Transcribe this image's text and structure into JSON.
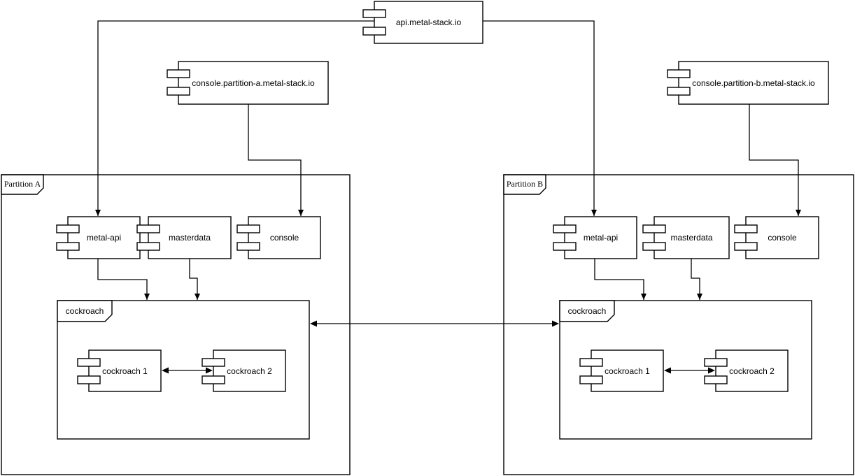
{
  "external_components": {
    "api": {
      "label": "api.metal-stack.io"
    },
    "console_partition_a": {
      "label": "console.partition-a.metal-stack.io"
    },
    "console_partition_b": {
      "label": "console.partition-b.metal-stack.io"
    }
  },
  "partition_a": {
    "label": "Partition A",
    "components": {
      "metal_api": {
        "label": "metal-api"
      },
      "masterdata": {
        "label": "masterdata"
      },
      "console": {
        "label": "console"
      }
    },
    "cockroach_frame": {
      "label": "cockroach",
      "components": {
        "cockroach_1": {
          "label": "cockroach 1"
        },
        "cockroach_2": {
          "label": "cockroach 2"
        }
      }
    }
  },
  "partition_b": {
    "label": "Partition B",
    "components": {
      "metal_api": {
        "label": "metal-api"
      },
      "masterdata": {
        "label": "masterdata"
      },
      "console": {
        "label": "console"
      }
    },
    "cockroach_frame": {
      "label": "cockroach",
      "components": {
        "cockroach_1": {
          "label": "cockroach 1"
        },
        "cockroach_2": {
          "label": "cockroach 2"
        }
      }
    }
  },
  "colors": {
    "stroke": "#000000",
    "fill": "#ffffff",
    "background": "#ffffff"
  }
}
